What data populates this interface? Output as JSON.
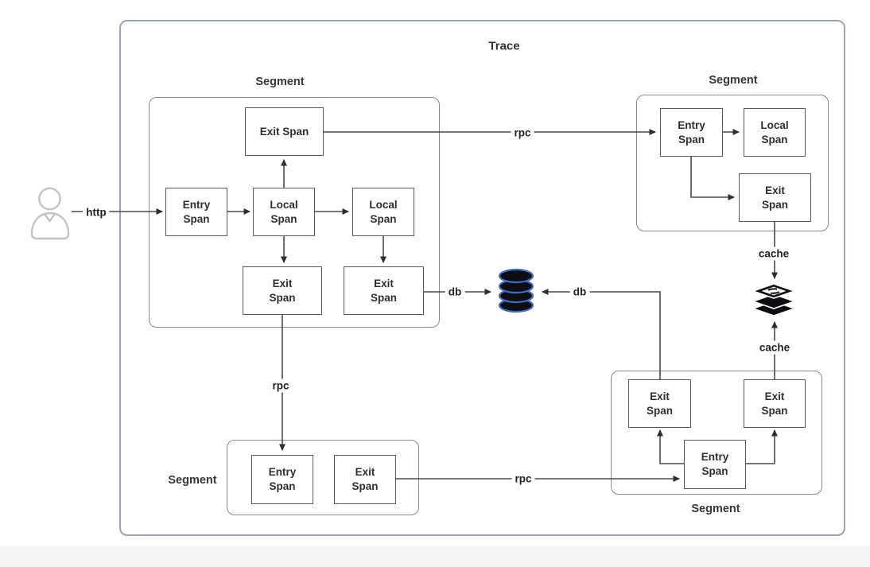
{
  "diagram": {
    "title": "Trace",
    "colors": {
      "trace_border": "#9ca2b6",
      "segment_border": "#8a8a8a",
      "span_border": "#5a5a5a",
      "connector": "#4a4a4a",
      "text": "#2f2f2f",
      "db_blue": "#3f6fc4",
      "icon_black": "#0d0d12",
      "band_bg": "#f5f5f6",
      "canvas_bg": "#ffffff"
    },
    "segments": [
      {
        "id": "segment-1",
        "label": "Segment",
        "spans": {
          "exit_top": "Exit Span",
          "entry": "Entry\nSpan",
          "local_1": "Local\nSpan",
          "local_2": "Local\nSpan",
          "exit_left": "Exit\nSpan",
          "exit_right": "Exit\nSpan"
        }
      },
      {
        "id": "segment-2",
        "label": "Segment",
        "spans": {
          "entry": "Entry\nSpan",
          "local": "Local\nSpan",
          "exit": "Exit\nSpan"
        }
      },
      {
        "id": "segment-3",
        "label": "Segment",
        "spans": {
          "entry": "Entry\nSpan",
          "exit": "Exit\nSpan"
        }
      },
      {
        "id": "segment-4",
        "label": "Segment",
        "spans": {
          "exit_left": "Exit\nSpan",
          "exit_right": "Exit\nSpan",
          "entry": "Entry\nSpan"
        }
      }
    ],
    "edges": {
      "http": "http",
      "rpc_top": "rpc",
      "rpc_mid": "rpc",
      "rpc_bottom": "rpc",
      "db_left": "db",
      "db_right": "db",
      "cache_top": "cache",
      "cache_bottom": "cache"
    },
    "icons": {
      "user": "user-icon",
      "database": "database-icon",
      "cache": "cache-icon"
    }
  }
}
